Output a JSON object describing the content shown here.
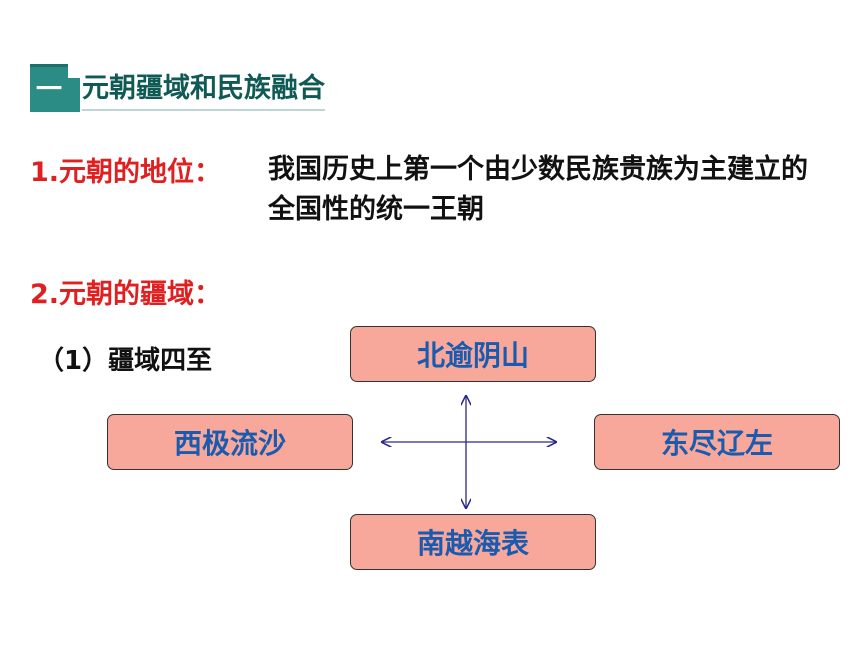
{
  "header": {
    "number": "一",
    "title": "元朝疆域和民族融合"
  },
  "section1": {
    "label": "1.元朝的地位：",
    "text": "我国历史上第一个由少数民族贵族为主建立的全国性的统一王朝"
  },
  "section2": {
    "label": "2.元朝的疆域：",
    "sub_label": "（1）疆域四至"
  },
  "directions": {
    "north": "北逾阴山",
    "west": "西极流沙",
    "east": "东尽辽左",
    "south": "南越海表"
  },
  "colors": {
    "accent_red": "#e02020",
    "box_fill": "#f7a89b",
    "box_text": "#1a5bb0",
    "title_teal": "#2a8c85",
    "arrow": "#2a2a8a"
  }
}
